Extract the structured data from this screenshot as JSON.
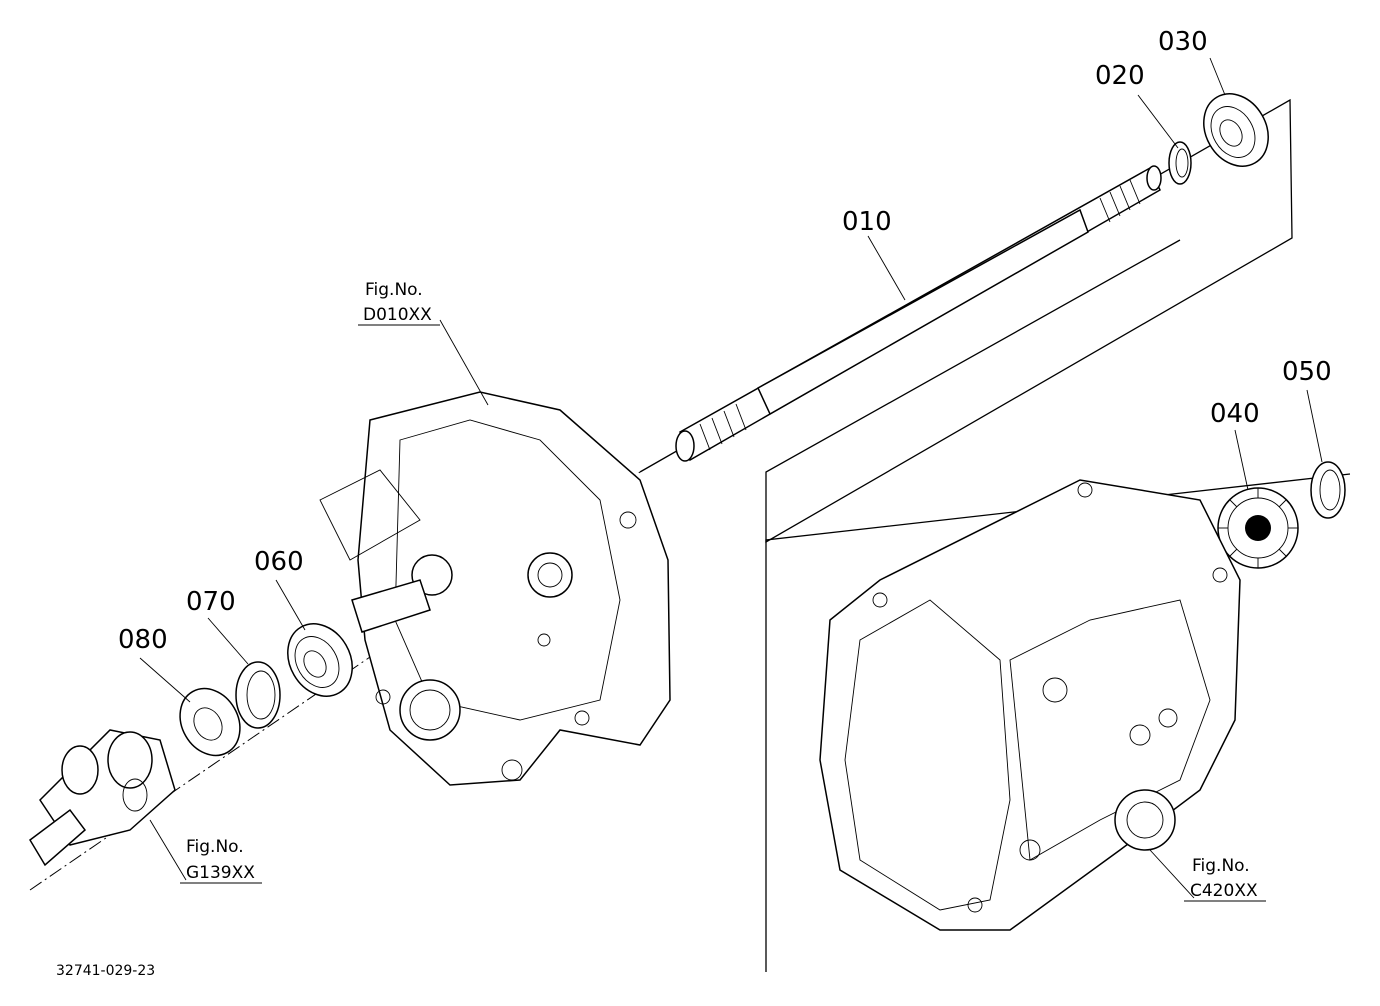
{
  "parts": {
    "p010": "010",
    "p020": "020",
    "p030": "030",
    "p040": "040",
    "p050": "050",
    "p060": "060",
    "p070": "070",
    "p080": "080"
  },
  "fig_refs": {
    "d010": {
      "prefix": "Fig.No.",
      "code": "D010XX"
    },
    "g139": {
      "prefix": "Fig.No.",
      "code": "G139XX"
    },
    "c420": {
      "prefix": "Fig.No.",
      "code": "C420XX"
    }
  },
  "drawing_number": "32741-029-23"
}
